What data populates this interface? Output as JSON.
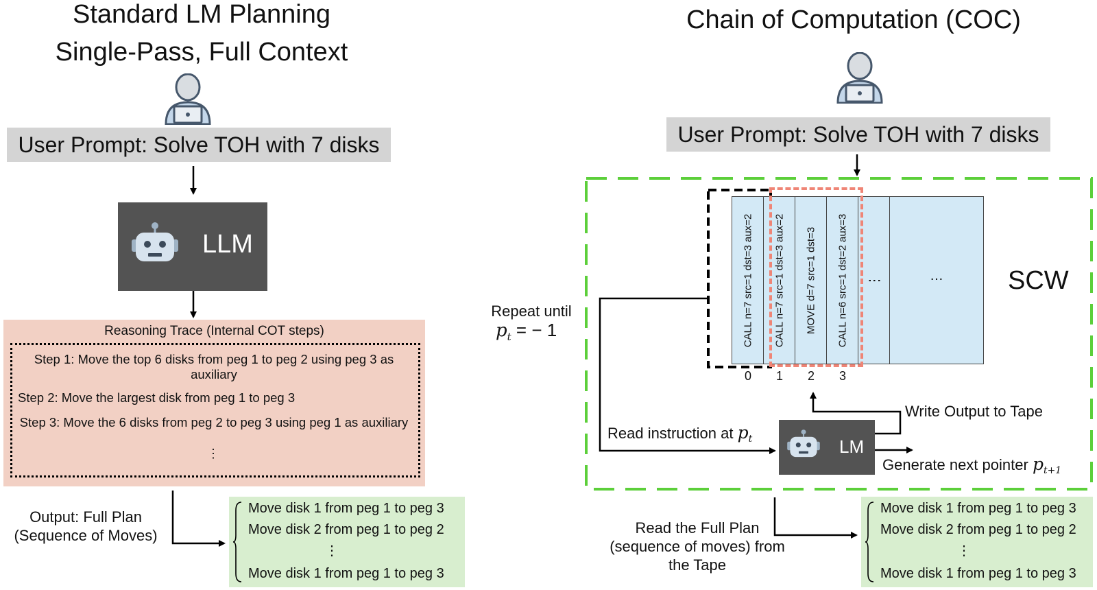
{
  "left": {
    "title_line1": "Standard LM Planning",
    "title_line2": "Single-Pass, Full Context",
    "prompt": "User Prompt: Solve TOH with 7 disks",
    "llm_label": "LLM",
    "trace_title": "Reasoning Trace (Internal COT steps)",
    "steps": [
      "Step 1: Move the top 6 disks from peg 1 to peg 2 using peg 3 as auxiliary",
      "Step 2: Move the largest disk from peg 1 to peg 3",
      "Step 3: Move the 6 disks from peg 2 to peg 3 using peg 1 as auxiliary"
    ],
    "ellipsis": "⋮",
    "output_label_line1": "Output: Full Plan",
    "output_label_line2": "(Sequence of Moves)",
    "plan": [
      "Move disk 1 from peg 1 to peg 3",
      "Move disk 2 from peg 1 to peg 2",
      "⋮",
      "Move disk 1 from peg 1 to peg 3"
    ]
  },
  "right": {
    "title": "Chain of Computation (COC)",
    "prompt": "User Prompt: Solve TOH with 7 disks",
    "scw_label": "SCW",
    "tape_cells": [
      "CALL n=7 src=1 dst=3 aux=2",
      "CALL n=7 src=1 dst=3 aux=2",
      "MOVE d=7 src=1 dst=3",
      "CALL n=6 src=1 dst=2 aux=3",
      "⋮",
      "…"
    ],
    "tape_indices": [
      "0",
      "1",
      "2",
      "3"
    ],
    "repeat_label": "Repeat until",
    "repeat_formula": "p_t = − 1",
    "read_label": "Read instruction at",
    "read_var": "p",
    "read_sub": "t",
    "write_label": "Write Output to Tape",
    "lm_label": "LM",
    "gen_label": "Generate next pointer",
    "gen_var": "p",
    "gen_sub": "t+1",
    "read_plan_line1": "Read the Full Plan",
    "read_plan_line2": "(sequence of moves) from",
    "read_plan_line3": "the Tape",
    "plan": [
      "Move disk 1 from peg 1 to peg 3",
      "Move disk 2 from peg 1 to peg 2",
      "⋮",
      "Move disk 1 from peg 1 to peg 3"
    ]
  },
  "colors": {
    "prompt_bg": "#d4d4d4",
    "llm_bg": "#535353",
    "trace_bg": "#f2d0c4",
    "plan_bg": "#d8eecf",
    "tape_bg": "#d3e9f6",
    "scw_border": "#5ccf3a",
    "pointer_box": "#000000",
    "window_box": "#ef8576"
  }
}
